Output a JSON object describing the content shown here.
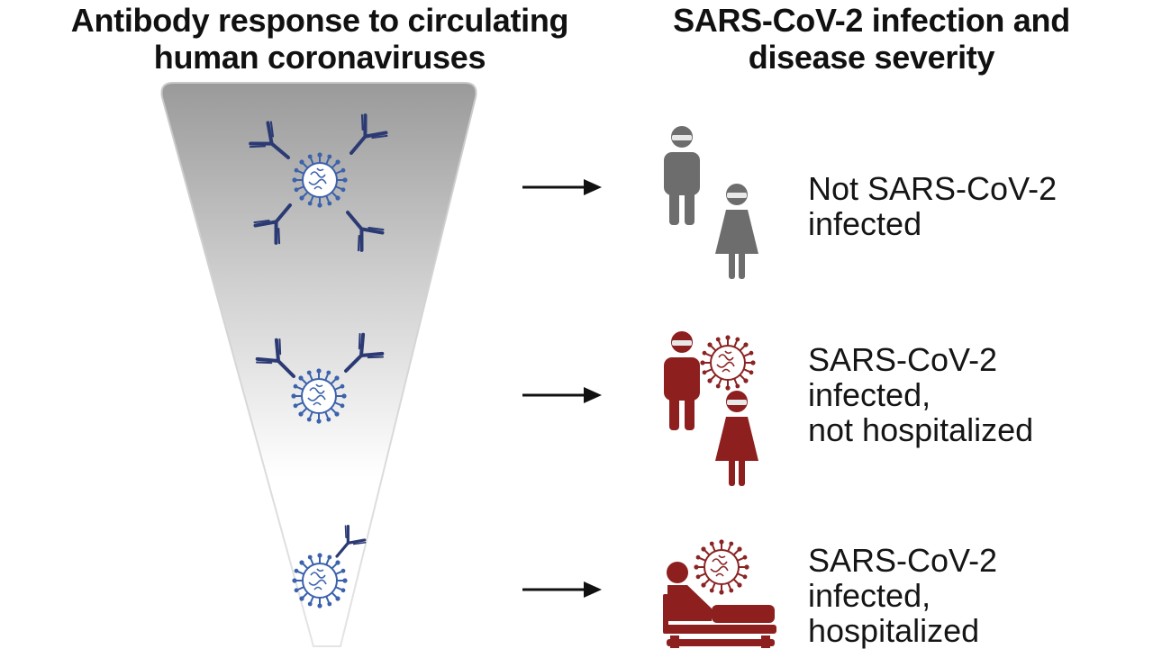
{
  "headings": {
    "left_line1": "Antibody response to circulating",
    "left_line2": "human coronaviruses",
    "right_line1": "SARS-CoV-2 infection and",
    "right_line2": "disease severity"
  },
  "outcomes": [
    {
      "line1": "Not SARS-CoV-2",
      "line2": "infected",
      "line3": ""
    },
    {
      "line1": "SARS-CoV-2",
      "line2": "infected,",
      "line3": "not hospitalized"
    },
    {
      "line1": "SARS-CoV-2",
      "line2": "infected,",
      "line3": "hospitalized"
    }
  ],
  "colors": {
    "antibody": "#2b3a73",
    "virus": "#3c62ac",
    "virus_infected": "#8a2424",
    "person_healthy": "#6d6d6d",
    "person_infected": "#8e1f1f",
    "arrow": "#111111",
    "funnel_dark": "#9a9a9a",
    "funnel_light": "#ffffff"
  },
  "icons": {
    "antibody": "antibody-icon",
    "virus": "coronavirus-icon",
    "person": "person-icon",
    "hospital_bed": "hospital-bed-icon",
    "arrow": "arrow-right-icon"
  }
}
